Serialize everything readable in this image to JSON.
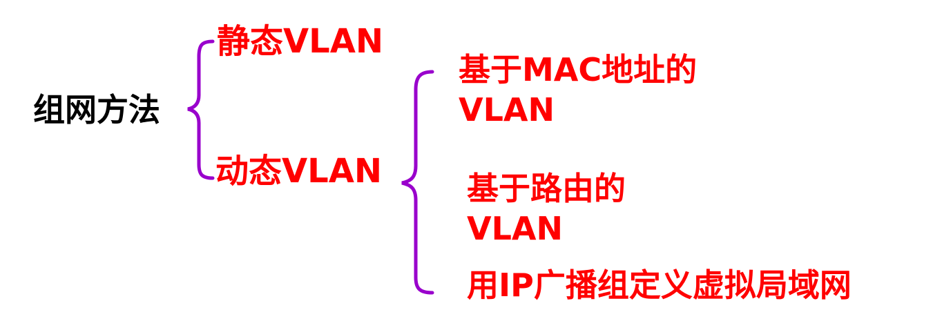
{
  "colors": {
    "root_text": "#000000",
    "branch_text": "#ff0000",
    "brace": "#9900cc"
  },
  "diagram": {
    "root": "组网方法",
    "branches": [
      {
        "label": "静态VLAN"
      },
      {
        "label": "动态VLAN",
        "children": [
          {
            "line1": "基于MAC地址的",
            "line2": "VLAN"
          },
          {
            "line1": "基于路由的",
            "line2": "VLAN"
          },
          {
            "line1": "用IP广播组定义虚拟局域网"
          }
        ]
      }
    ]
  }
}
